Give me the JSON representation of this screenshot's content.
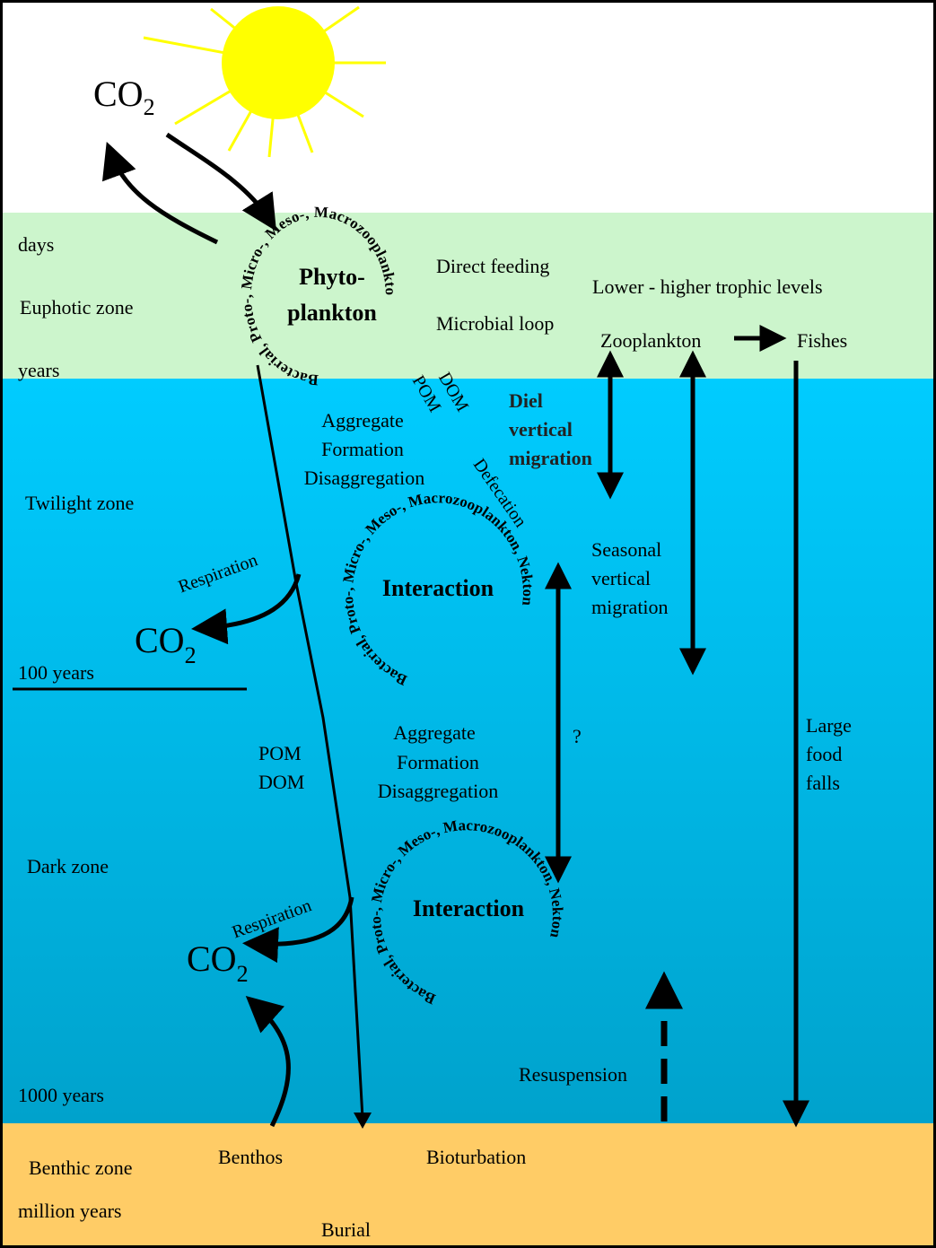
{
  "colors": {
    "sky": "#ffffff",
    "euphotic": "#ccf5cc",
    "water_top": "#00ccff",
    "water_bottom": "#00a2cc",
    "benthic": "#ffcc66",
    "sun": "#ffff00",
    "ink": "#000000"
  },
  "labels": {
    "co2_main": "CO",
    "co2_sub": "2",
    "days": "days",
    "euphotic_zone": "Euphotic zone",
    "years": "years",
    "twilight_zone": "Twilight zone",
    "hundred_years": "100 years",
    "dark_zone": "Dark zone",
    "thousand_years": "1000 years",
    "benthic_zone": "Benthic zone",
    "million_years": "million years",
    "phyto_1": "Phyto-",
    "phyto_2": "plankton",
    "interaction": "Interaction",
    "direct_feeding": "Direct feeding",
    "microbial_loop": "Microbial loop",
    "trophic": "Lower - higher trophic levels",
    "zooplankton": "Zooplankton",
    "fishes": "Fishes",
    "pom": "POM",
    "dom": "DOM",
    "aggregate": "Aggregate",
    "formation": "Formation",
    "disaggregation": "Disaggregation",
    "diel_1": "Diel",
    "diel_2": "vertical",
    "diel_3": "migration",
    "defecation": "Defecation",
    "seasonal_1": "Seasonal",
    "seasonal_2": "vertical",
    "seasonal_3": "migration",
    "respiration": "Respiration",
    "question": "?",
    "large_1": "Large",
    "large_2": "food",
    "large_3": "falls",
    "resuspension": "Resuspension",
    "benthos": "Benthos",
    "bioturbation": "Bioturbation",
    "burial": "Burial",
    "ring_text": "Bacterial, Proto-, Micro-, Meso-, Macrozooplankton, Nekton"
  }
}
